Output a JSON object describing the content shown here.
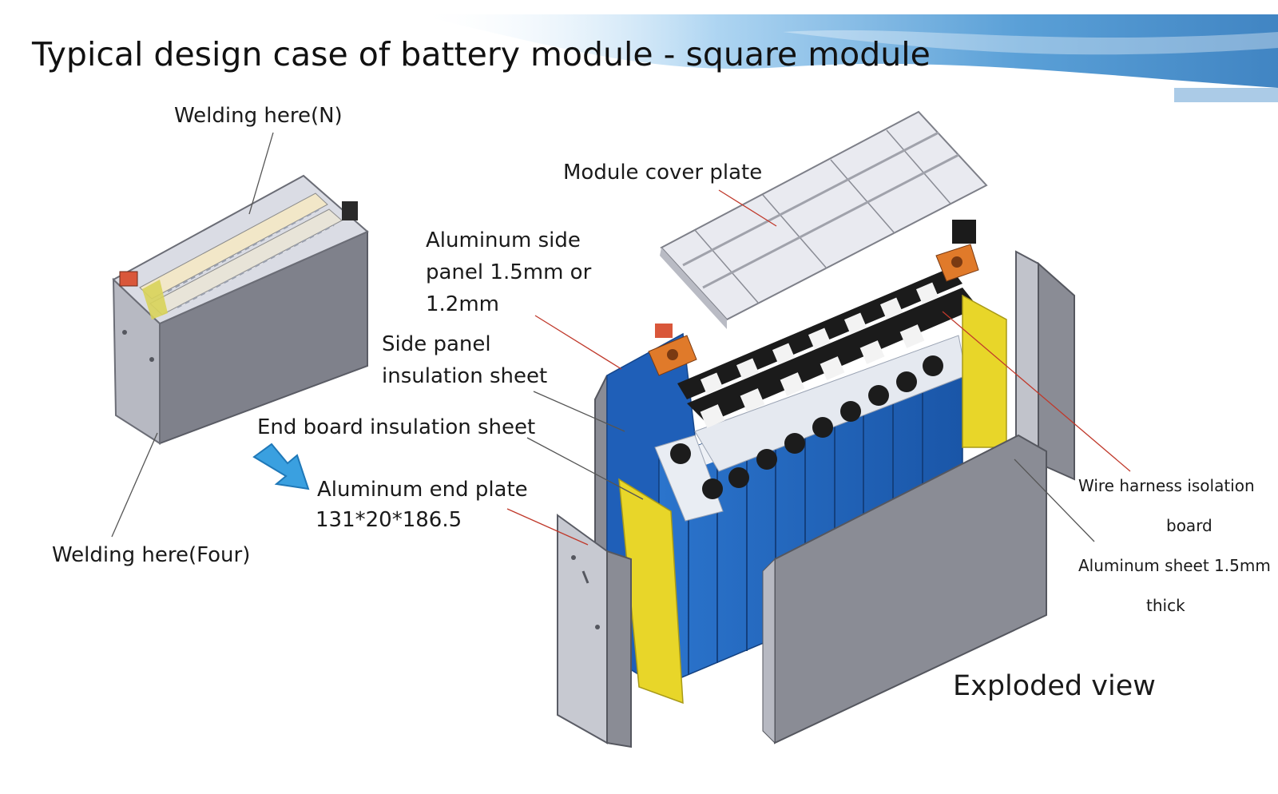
{
  "slide": {
    "title": "Typical design case of battery module - square module",
    "view_caption": "Exploded view"
  },
  "labels": {
    "welding_n": "Welding here(N)",
    "welding_four": "Welding here(Four)",
    "module_cover": "Module cover plate",
    "al_side_panel_1": "Aluminum side",
    "al_side_panel_2": "panel 1.5mm or",
    "al_side_panel_3": "1.2mm",
    "side_insulation_1": "Side panel",
    "side_insulation_2": "insulation sheet",
    "end_board_insulation": "End board insulation sheet",
    "al_end_plate_1": "Aluminum end plate",
    "al_end_plate_2": "131*20*186.5",
    "wire_harness_1": "Wire harness isolation",
    "wire_harness_2": "board",
    "al_sheet_1": "Aluminum sheet 1.5mm",
    "al_sheet_2": "thick"
  },
  "colors": {
    "cell_blue": "#1f5fb8",
    "insulation_yellow": "#e8d629",
    "plate_gray": "#8a8c95",
    "terminal_orange": "#e07a2a",
    "leader_red": "#c0392b",
    "arrow_blue": "#3aa0e0",
    "header_blue": "#3d8fd0"
  }
}
